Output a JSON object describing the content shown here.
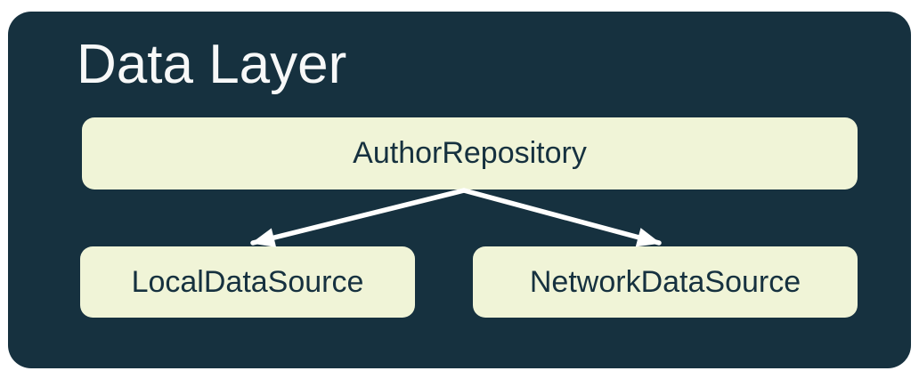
{
  "diagram": {
    "title": "Data Layer",
    "nodes": [
      {
        "id": "author-repository",
        "label": "AuthorRepository"
      },
      {
        "id": "local-data-source",
        "label": "LocalDataSource"
      },
      {
        "id": "network-data-source",
        "label": "NetworkDataSource"
      }
    ],
    "edges": [
      {
        "from": "AuthorRepository",
        "to": "LocalDataSource"
      },
      {
        "from": "AuthorRepository",
        "to": "NetworkDataSource"
      }
    ],
    "colors": {
      "page_background": "#FFFFFF",
      "container_background": "#16313F",
      "node_background": "#F0F4D7",
      "node_text": "#16313F",
      "title_text": "#F7F8F8",
      "arrow": "#FFFFFF"
    }
  }
}
